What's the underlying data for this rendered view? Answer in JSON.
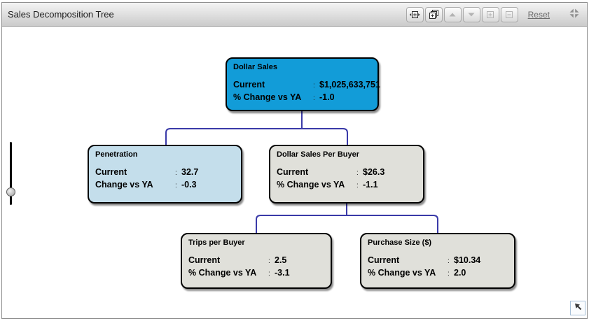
{
  "header": {
    "title": "Sales Decomposition Tree",
    "toolbar": {
      "buttons": [
        {
          "icon": "fit-width-icon",
          "enabled": true
        },
        {
          "icon": "expand-all-icon",
          "enabled": true
        },
        {
          "icon": "arrow-up-icon",
          "enabled": false
        },
        {
          "icon": "arrow-down-icon",
          "enabled": false
        },
        {
          "icon": "zoom-in-box-icon",
          "enabled": false
        },
        {
          "icon": "zoom-out-box-icon",
          "enabled": false
        }
      ],
      "reset_label": "Reset",
      "collapse_icon": "collapse-arrows-icon"
    }
  },
  "tree": {
    "colon": ":",
    "nodes": [
      {
        "title": "Dollar Sales",
        "style": "root",
        "rows": [
          {
            "label": "Current",
            "value": "$1,025,633,751"
          },
          {
            "label": "% Change vs YA",
            "value": "-1.0"
          }
        ]
      },
      {
        "title": "Penetration",
        "style": "highlight",
        "rows": [
          {
            "label": "Current",
            "value": "32.7"
          },
          {
            "label": "Change vs YA",
            "value": "-0.3"
          }
        ]
      },
      {
        "title": "Dollar Sales Per Buyer",
        "style": "default",
        "rows": [
          {
            "label": "Current",
            "value": "$26.3"
          },
          {
            "label": "% Change vs YA",
            "value": "-1.1"
          }
        ]
      },
      {
        "title": "Trips per Buyer",
        "style": "default",
        "rows": [
          {
            "label": "Current",
            "value": "2.5"
          },
          {
            "label": "% Change vs YA",
            "value": "-3.1"
          }
        ]
      },
      {
        "title": "Purchase Size ($)",
        "style": "default",
        "rows": [
          {
            "label": "Current",
            "value": "$10.34"
          },
          {
            "label": "% Change vs YA",
            "value": "2.0"
          }
        ]
      }
    ],
    "colors": {
      "root_fill": "#129cd8",
      "highlight_fill": "#c4deeb",
      "default_fill": "#e0e0da",
      "connector": "#3a3aa8",
      "node_border": "#000000"
    }
  },
  "controls": {
    "zoom_slider_icon": "vertical-slider",
    "pan_button_icon": "arrow-up-left-icon"
  }
}
